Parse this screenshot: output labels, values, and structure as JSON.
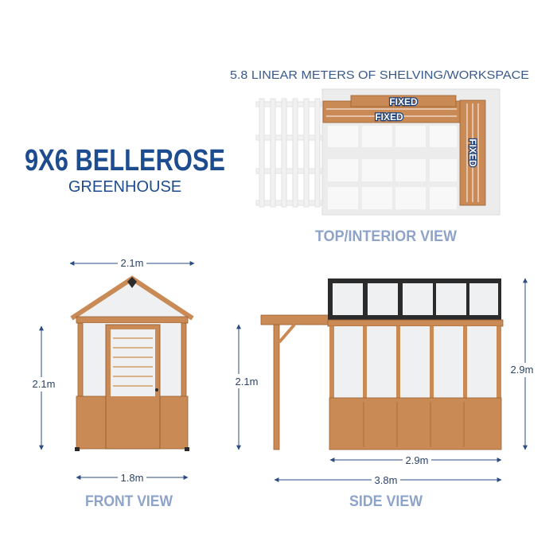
{
  "title": {
    "main": "9X6 BELLEROSE",
    "sub": "GREENHOUSE"
  },
  "top_view": {
    "caption": "5.8 LINEAR METERS OF SHELVING/WORKSPACE",
    "shelf_labels": [
      "FIXED",
      "FIXED",
      "FIXED"
    ],
    "label": "TOP/INTERIOR VIEW"
  },
  "front_view": {
    "label": "FRONT VIEW",
    "dimensions": {
      "top_width": "2.1m",
      "height": "2.1m",
      "base_width": "1.8m"
    }
  },
  "side_view": {
    "label": "SIDE VIEW",
    "dimensions": {
      "pergola_height": "2.1m",
      "total_height": "2.9m",
      "body_length": "2.9m",
      "total_length": "3.8m"
    }
  },
  "colors": {
    "title": "#1d4d8f",
    "view_label": "#8ea3c8",
    "wood": "#c98a55",
    "roof": "#2b2b2b"
  }
}
